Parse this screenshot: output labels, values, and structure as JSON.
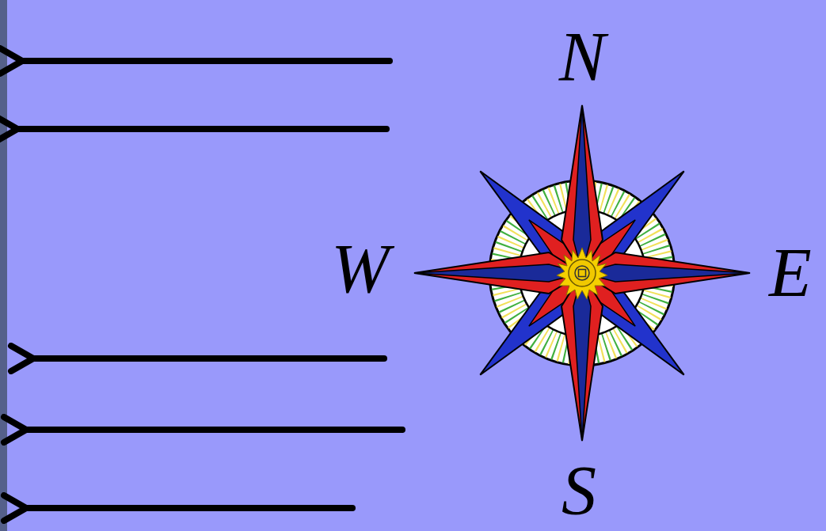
{
  "diagram": {
    "labels": [
      "N",
      "W",
      "E",
      "S"
    ]
  }
}
